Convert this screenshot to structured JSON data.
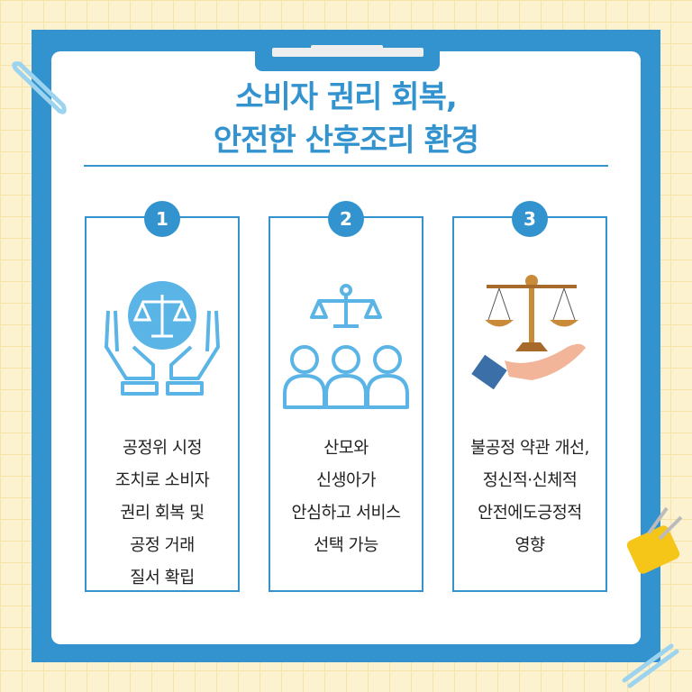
{
  "title": {
    "line1": "소비자 권리 회복,",
    "line2": "안전한 산후조리 환경"
  },
  "cards": [
    {
      "number": "1",
      "icon": "hands-scale-icon",
      "lines": [
        "공정위 시정",
        "조치로 소비자",
        "권리 회복 및",
        "공정 거래",
        "질서 확립"
      ]
    },
    {
      "number": "2",
      "icon": "scale-people-icon",
      "lines": [
        "산모와",
        "신생아가",
        "안심하고 서비스",
        "선택 가능"
      ]
    },
    {
      "number": "3",
      "icon": "hand-scale-icon",
      "lines": [
        "불공정 약관 개선,",
        "정신적·신체적",
        "안전에도긍정적",
        "영향"
      ]
    }
  ],
  "colors": {
    "accent": "#3293cf",
    "background": "#fdf2cf"
  }
}
